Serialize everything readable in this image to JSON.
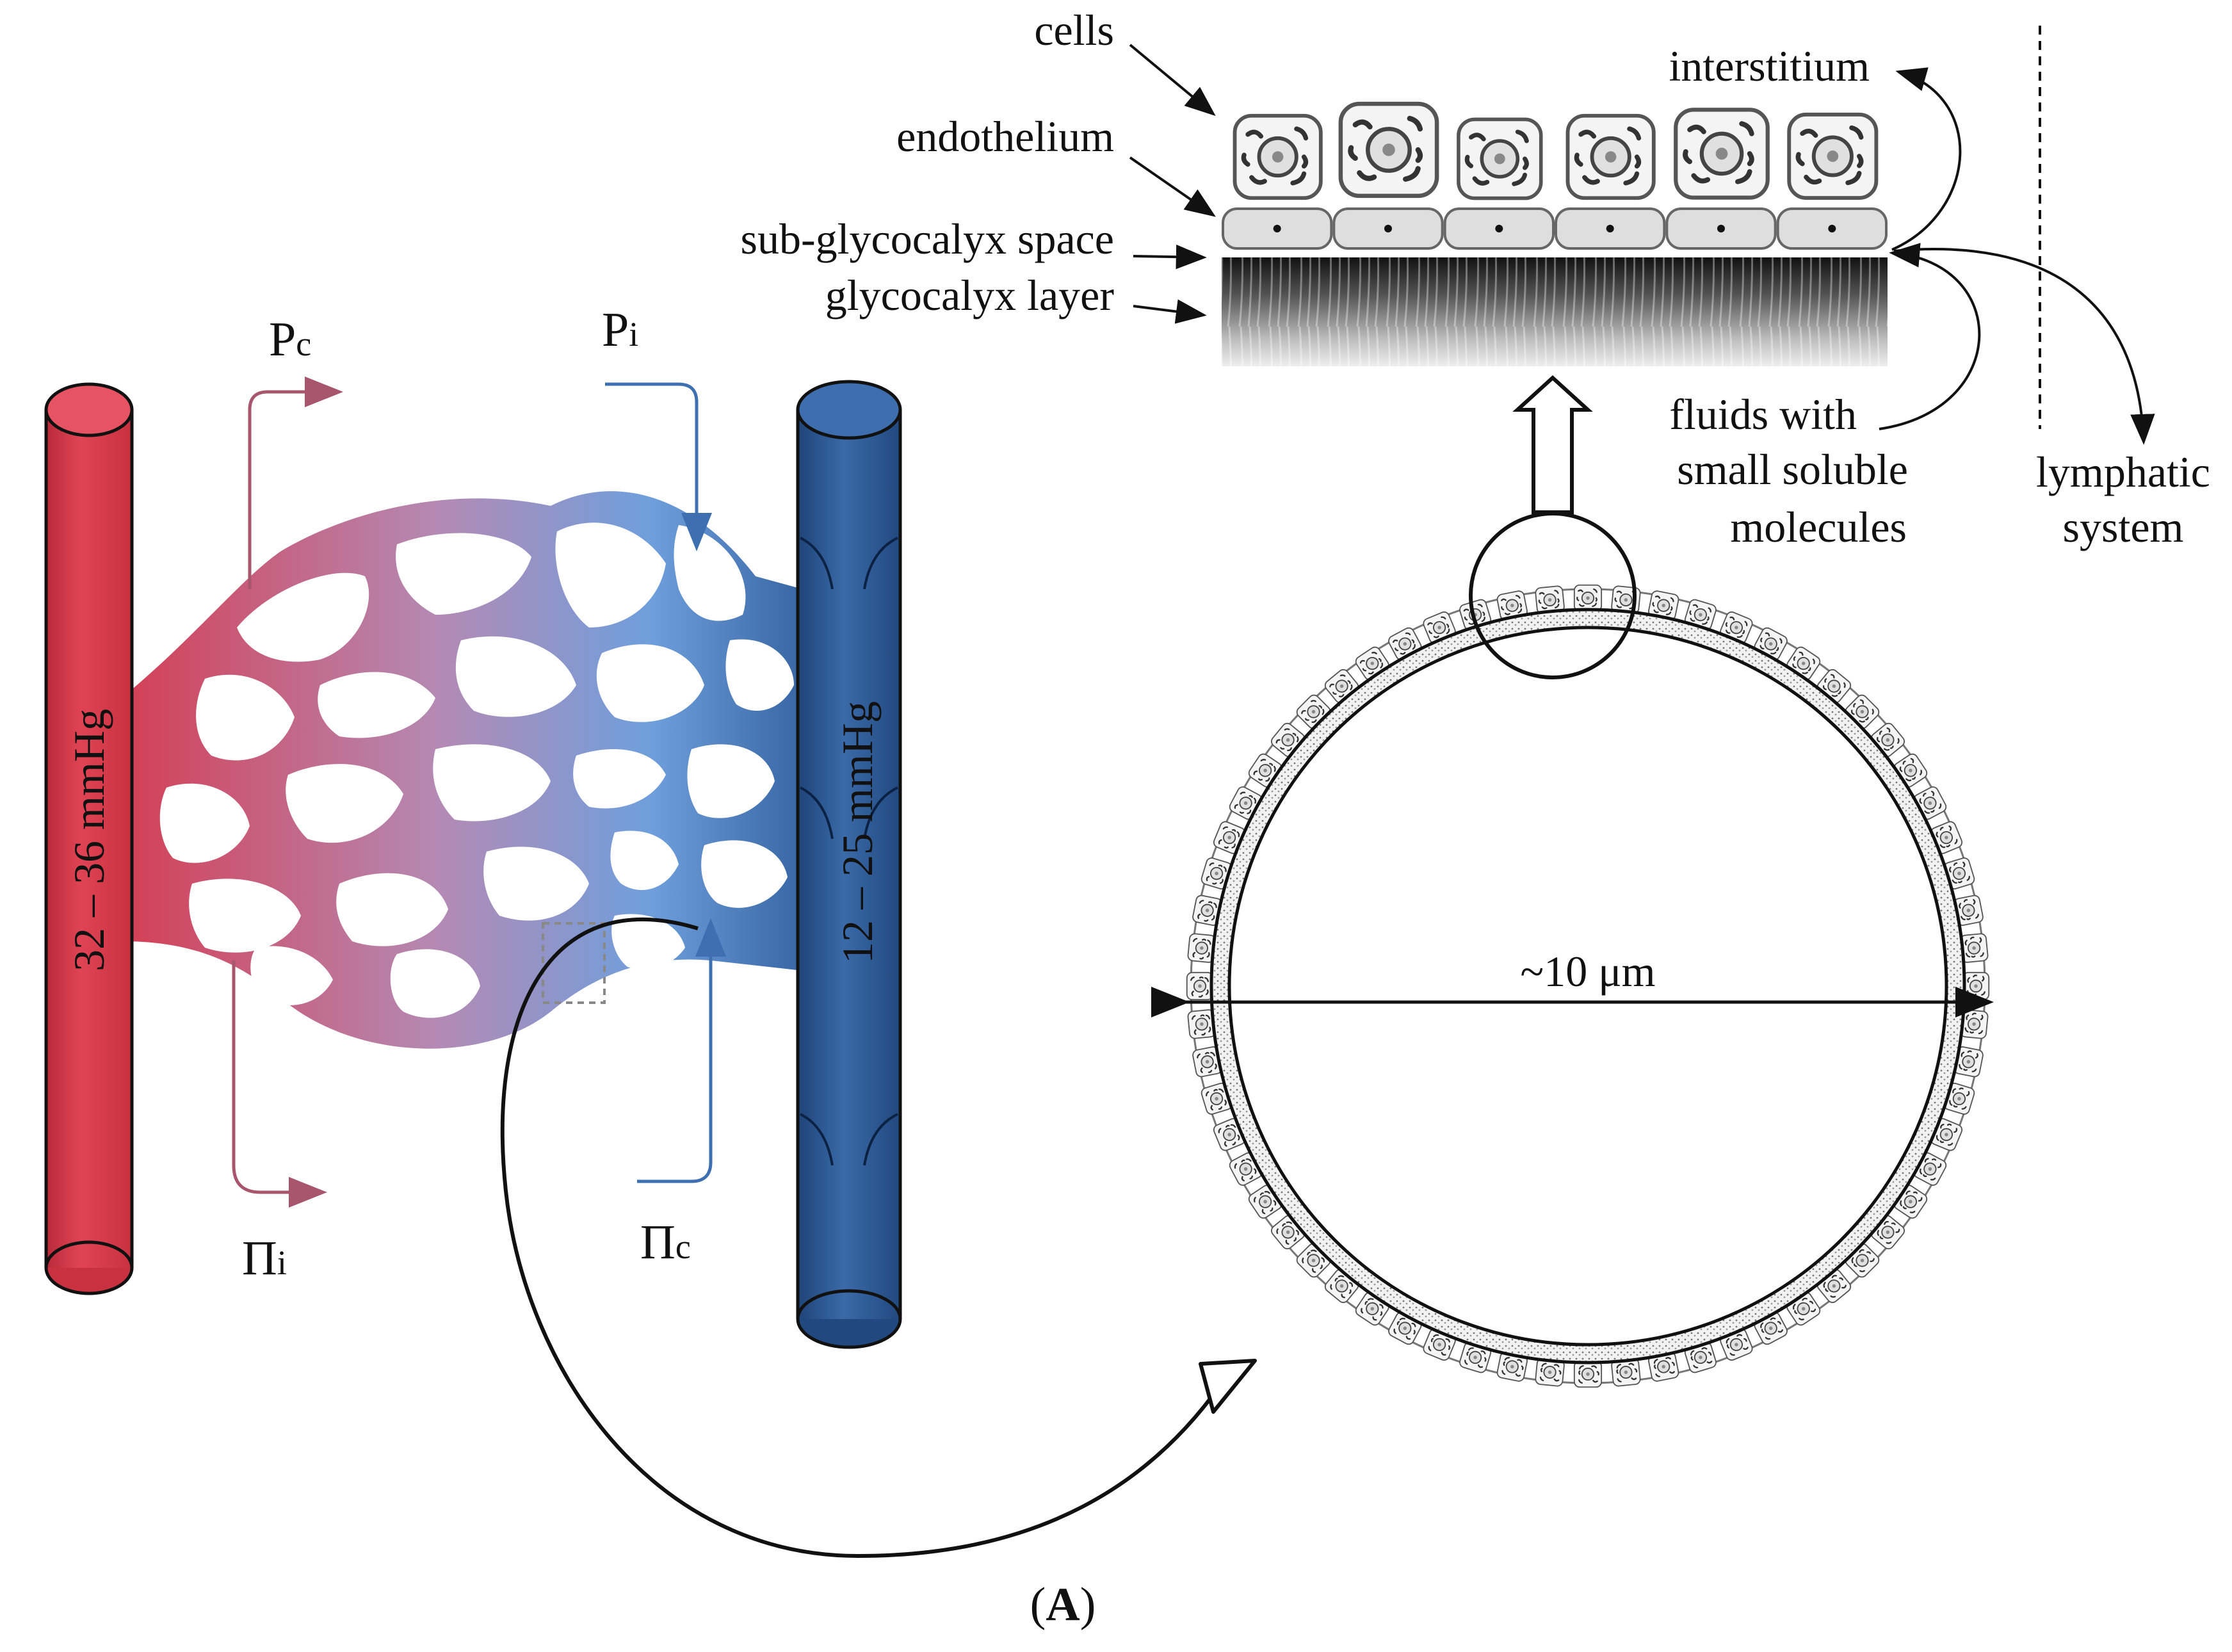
{
  "colors": {
    "artery": "#d93a48",
    "artery_dark": "#b82a38",
    "vein": "#2f5d9b",
    "vein_dark": "#1f4478",
    "capillary_mid": "#b48ab4",
    "capillary_light": "#6f9fdc",
    "pressure_pink": "#a8566e",
    "pressure_blue": "#3e6fb0",
    "line": "#111111"
  },
  "vessels": {
    "artery_pressure": "32 – 36 mmHg",
    "vein_pressure": "12 – 25 mmHg"
  },
  "pressures": {
    "pc": {
      "main": "P",
      "sub": "c"
    },
    "pi": {
      "main": "P",
      "sub": "i"
    },
    "oi": {
      "main": "Π",
      "sub": "i"
    },
    "oc": {
      "main": "Π",
      "sub": "c"
    }
  },
  "layers": {
    "cells": "cells",
    "endothelium": "endothelium",
    "sub_glycocalyx": "sub-glycocalyx space",
    "glycocalyx": "glycocalyx layer",
    "interstitium": "interstitium",
    "fluids_1": "fluids with",
    "fluids_2": "small soluble",
    "fluids_3": "molecules",
    "lymphatic_1": "lymphatic",
    "lymphatic_2": "system"
  },
  "cross_section": {
    "diameter": "~10 μm"
  },
  "caption": {
    "open": "(",
    "letter": "A",
    "close": ")"
  },
  "icons": [
    "artery",
    "vein",
    "capillary-network",
    "cell",
    "zoom-circle",
    "zoom-arrow",
    "curved-arrow"
  ]
}
